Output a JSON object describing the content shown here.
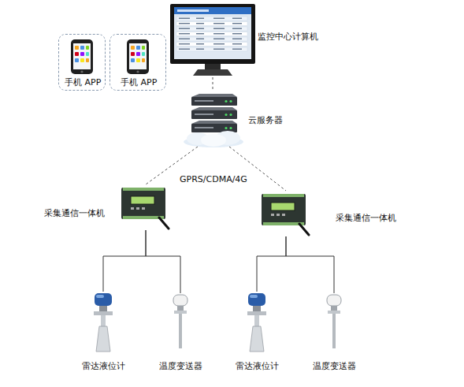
{
  "diagram": {
    "nodes": [
      {
        "text": [
          "手机 APP"
        ]
      },
      {
        "text": [
          "手机 APP"
        ]
      },
      {
        "text": [
          "监控中心计算机"
        ]
      },
      {
        "text": [
          "云服务器"
        ]
      },
      {
        "text": [
          "采集通信一体机"
        ]
      },
      {
        "text": [
          "采集通信一体机"
        ]
      },
      {
        "text": [
          "雷达液位计"
        ]
      },
      {
        "text": [
          "温度变送器"
        ]
      },
      {
        "text": [
          "雷达液位计"
        ]
      },
      {
        "text": [
          "温度变送器"
        ]
      }
    ],
    "edges": [
      {
        "from": 2,
        "to": 3,
        "arrow": "none"
      },
      {
        "from": 3,
        "to": 4,
        "arrow": "none"
      },
      {
        "from": 3,
        "to": 5,
        "arrow": "none"
      },
      {
        "from": 4,
        "to": 6,
        "arrow": "none"
      },
      {
        "from": 4,
        "to": 7,
        "arrow": "none"
      },
      {
        "from": 5,
        "to": 8,
        "arrow": "none"
      },
      {
        "from": 5,
        "to": 9,
        "arrow": "none"
      }
    ],
    "labels": [
      "GPRS/CDMA/4G"
    ]
  }
}
